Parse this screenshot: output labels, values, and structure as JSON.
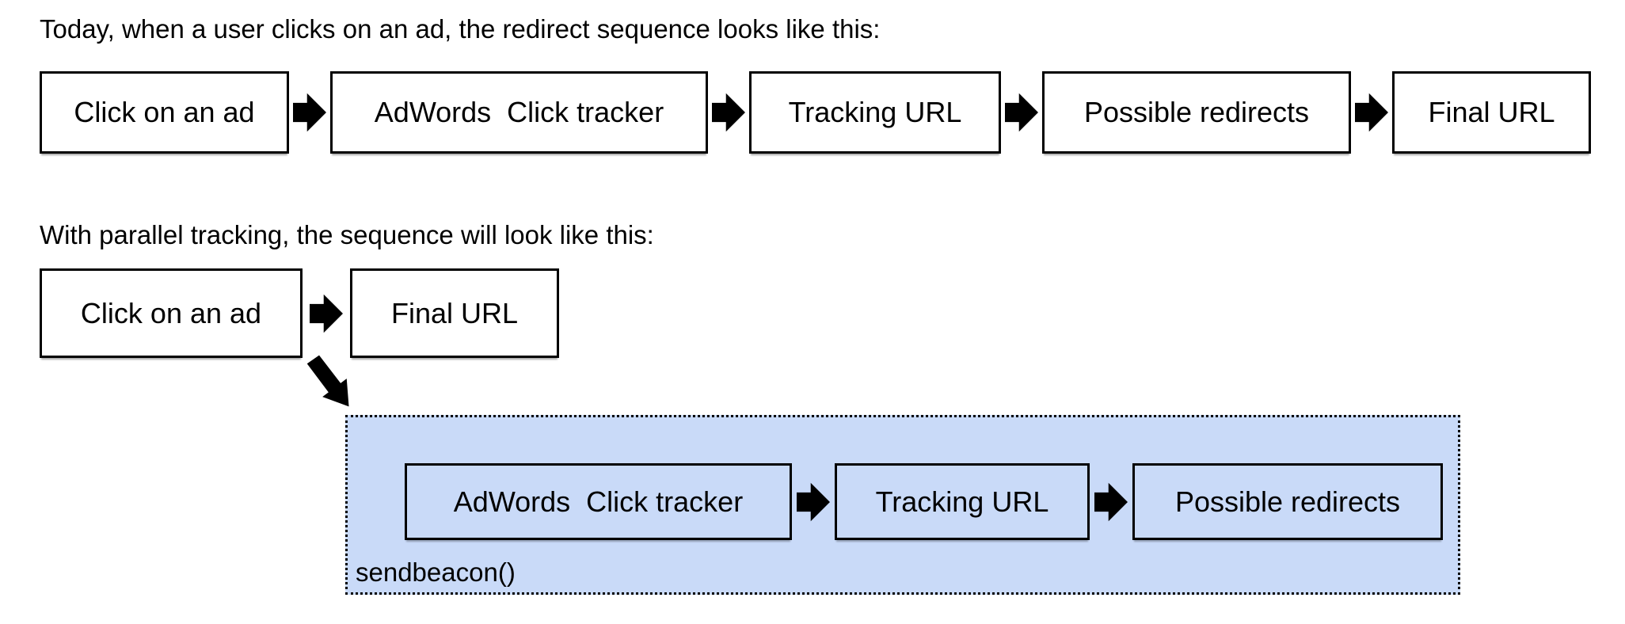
{
  "colors": {
    "page_background": "#ffffff",
    "box_fill": "#ffffff",
    "box_border": "#000000",
    "panel_fill": "#c9daf8",
    "text": "#000000",
    "arrow": "#000000"
  },
  "today_section": {
    "caption": "Today, when a user clicks on an ad, the redirect sequence looks like this:",
    "steps": [
      "Click on an ad",
      "AdWords  Click tracker",
      "Tracking URL",
      "Possible redirects",
      "Final URL"
    ]
  },
  "parallel_section": {
    "caption": "With parallel tracking, the sequence will look like this:",
    "visible_steps": [
      "Click on an ad",
      "Final URL"
    ],
    "background_panel": {
      "steps": [
        "AdWords  Click tracker",
        "Tracking URL",
        "Possible redirects"
      ],
      "label": "sendbeacon()",
      "border_style": "dotted"
    }
  },
  "icons": {
    "flow_arrow": "black-right-arrow",
    "redirect_arrow": "black-diagonal-down-right-arrow"
  }
}
